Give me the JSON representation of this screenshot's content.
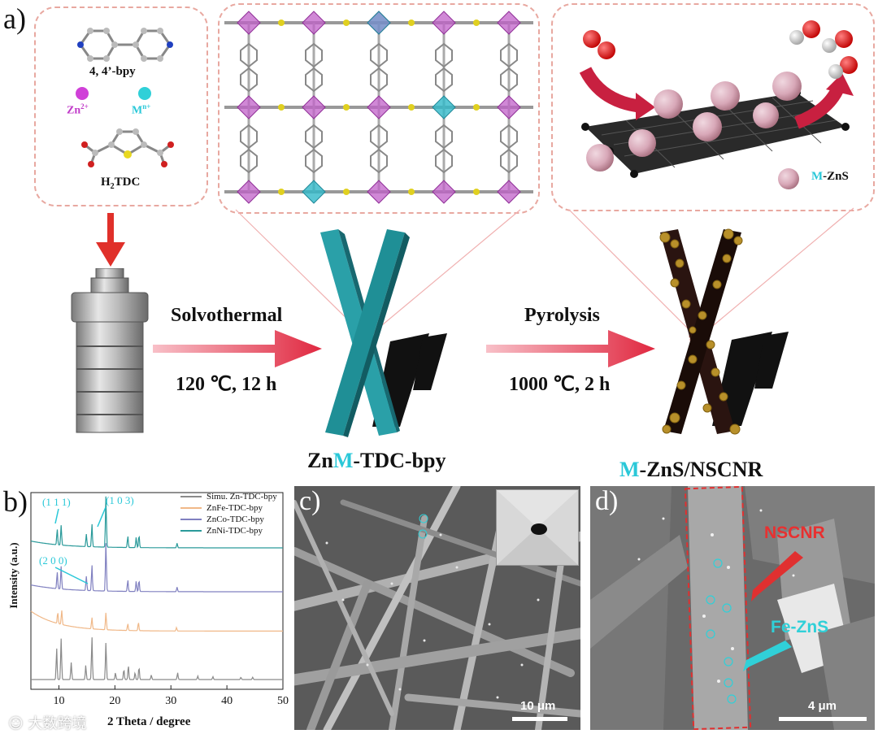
{
  "panels": {
    "a": "a)",
    "b": "b)",
    "c": "c)",
    "d": "d)"
  },
  "precursors": {
    "ligand1": "4, 4’-bpy",
    "metal1": "Zn",
    "metal1_sup": "2+",
    "metal2": "M",
    "metal2_sup": "n+",
    "ligand2_main": "H",
    "ligand2_sub": "2",
    "ligand2_rest": "TDC"
  },
  "steps": {
    "step1_top": "Solvothermal",
    "step1_bottom": "120 ℃, 12 h",
    "step2_top": "Pyrolysis",
    "step2_bottom": "1000 ℃, 2 h"
  },
  "products": {
    "mof_prefix": "Zn",
    "mof_m": "M",
    "mof_suffix": "-TDC-bpy",
    "carbon_m": "M",
    "carbon_suffix": "-ZnS/NSCNR",
    "legend_m": "M",
    "legend_suffix": "-ZnS"
  },
  "sem": {
    "c_scale": "10 μm",
    "d_scale": "4 μm",
    "nscnr_label": "NSCNR",
    "fezns_label": "Fe-ZnS"
  },
  "watermark": "大数跨境",
  "colors": {
    "teal_rod": "#1f8f96",
    "dark_rod": "#2a1410",
    "arrow_red": "#e0304a",
    "cyan": "#2ac8d8",
    "magenta": "#c03ac8",
    "dash_pink": "#e8a8a0"
  },
  "chart_data": {
    "type": "line",
    "xlabel": "2 Theta / degree",
    "ylabel": "Intensity (a.u.)",
    "xlim": [
      5,
      50
    ],
    "x_ticks": [
      10,
      20,
      30,
      40,
      50
    ],
    "peak_labels": [
      {
        "text": "(1 1 1)",
        "x": 10.2
      },
      {
        "text": "(1 0 3)",
        "x": 18.4
      },
      {
        "text": "(2 0 0)",
        "x": 15.9
      }
    ],
    "series": [
      {
        "name": "Simu. Zn-TDC-bpy",
        "color": "#8a8a8a",
        "offset": 0,
        "peaks": [
          [
            9.6,
            0.55
          ],
          [
            10.4,
            0.72
          ],
          [
            12.2,
            0.3
          ],
          [
            14.8,
            0.25
          ],
          [
            15.9,
            0.75
          ],
          [
            18.4,
            0.65
          ],
          [
            20.1,
            0.12
          ],
          [
            21.6,
            0.18
          ],
          [
            22.4,
            0.25
          ],
          [
            23.6,
            0.12
          ],
          [
            24.3,
            0.22
          ],
          [
            26.5,
            0.08
          ],
          [
            31.2,
            0.12
          ],
          [
            34.8,
            0.06
          ],
          [
            37.5,
            0.05
          ],
          [
            42.5,
            0.04
          ],
          [
            44.6,
            0.04
          ]
        ]
      },
      {
        "name": "ZnFe-TDC-bpy",
        "color": "#f0b888",
        "offset": 1,
        "peaks": [
          [
            9.8,
            0.2
          ],
          [
            10.5,
            0.25
          ],
          [
            15.9,
            0.2
          ],
          [
            18.4,
            0.3
          ],
          [
            22.3,
            0.12
          ],
          [
            24.2,
            0.15
          ],
          [
            31.0,
            0.06
          ]
        ]
      },
      {
        "name": "ZnCo-TDC-bpy",
        "color": "#8080c0",
        "offset": 2,
        "peaks": [
          [
            9.7,
            0.3
          ],
          [
            10.4,
            0.4
          ],
          [
            14.9,
            0.25
          ],
          [
            15.9,
            0.45
          ],
          [
            18.4,
            0.85
          ],
          [
            22.3,
            0.2
          ],
          [
            23.8,
            0.18
          ],
          [
            24.3,
            0.2
          ],
          [
            31.1,
            0.08
          ]
        ]
      },
      {
        "name": "ZnNi-TDC-bpy",
        "color": "#2a9a9a",
        "offset": 3,
        "peaks": [
          [
            9.7,
            0.28
          ],
          [
            10.4,
            0.35
          ],
          [
            14.9,
            0.22
          ],
          [
            15.9,
            0.4
          ],
          [
            18.4,
            0.9
          ],
          [
            22.3,
            0.2
          ],
          [
            23.8,
            0.18
          ],
          [
            24.3,
            0.22
          ],
          [
            31.1,
            0.08
          ]
        ]
      }
    ]
  }
}
